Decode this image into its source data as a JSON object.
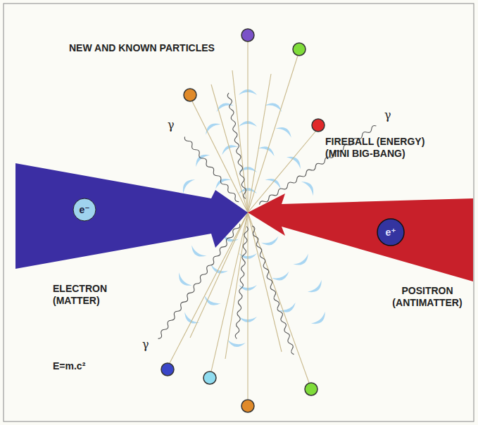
{
  "diagram": {
    "nodes": [
      {
        "text": [
          "ELECTRON (MATTER)"
        ]
      },
      {
        "text": [
          "e⁻"
        ],
        "in": 0
      },
      {
        "text": [
          "POSITRON (ANTIMATTER)"
        ]
      },
      {
        "text": [
          "e⁺"
        ],
        "in": 2
      }
    ],
    "labels": [
      "NEW AND KNOWN PARTICLES",
      "FIREBALL (ENERGY) (MINI BIG-BANG)",
      "γ",
      "γ",
      "γ",
      "E=m.c²"
    ]
  }
}
